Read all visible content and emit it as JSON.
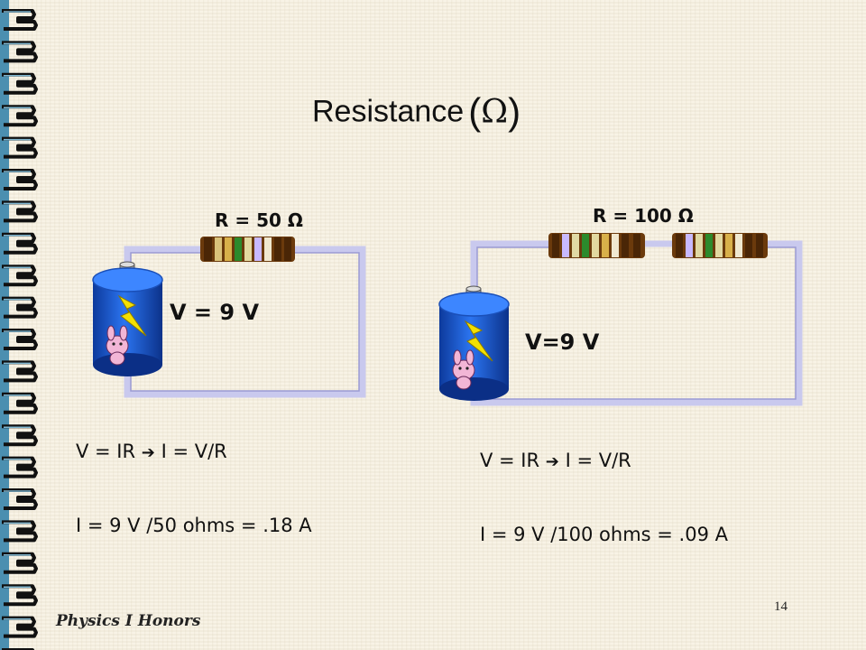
{
  "slide": {
    "title_word": "Resistance",
    "title_open": "(",
    "title_symbol": "Ω",
    "title_close": ")",
    "page_number": "14",
    "footer": "Physics I Honors"
  },
  "left_circuit": {
    "resistance_label": "R = 50 Ω",
    "voltage_label": "V = 9 V",
    "formula_label": "V = IR",
    "formula_result": "I = V/R",
    "calc_label": "I = 9 V /50 ohms = .18 A"
  },
  "right_circuit": {
    "resistance_label": "R = 100 Ω",
    "voltage_label": "V=9 V",
    "formula_label": "V = IR",
    "formula_result": "I = V/R",
    "calc_label": "I = 9 V /100 ohms = .09 A"
  },
  "icons": {
    "arrow": "right-arrow-icon",
    "battery": "battery-icon",
    "resistor": "resistor-icon",
    "lightning": "lightning-bolt-icon",
    "mascot": "cartoon-bunny-icon"
  },
  "colors": {
    "wire": "#c9c9ee",
    "battery": "#1f5fd6",
    "bolt": "#f4e000",
    "resistor_body": "#6b3a0c"
  }
}
